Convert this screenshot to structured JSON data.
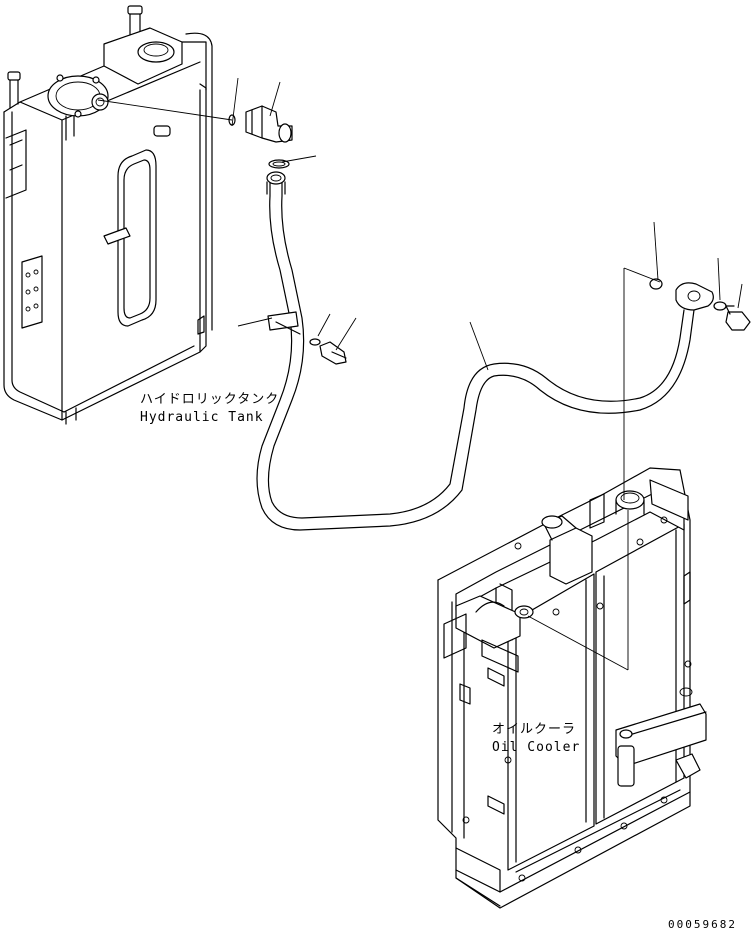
{
  "labels": {
    "hydraulic_tank_jp": "ハイドロリックタンク",
    "hydraulic_tank_en": "Hydraulic Tank",
    "oil_cooler_jp": "オイルクーラ",
    "oil_cooler_en": "Oil Cooler"
  },
  "drawing_number": "00059682"
}
